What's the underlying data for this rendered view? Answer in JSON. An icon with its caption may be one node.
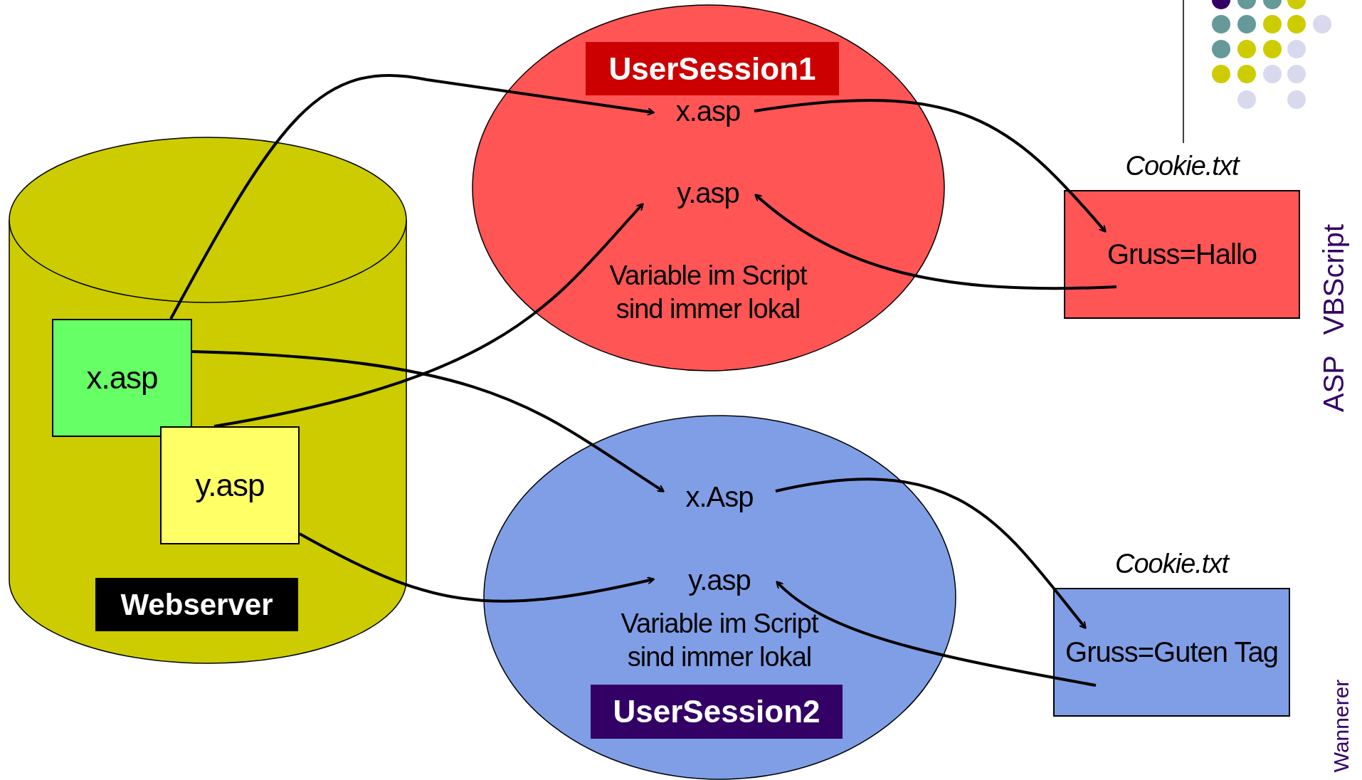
{
  "diagram": {
    "nodes": [
      {
        "text": [
          "Webserver"
        ]
      },
      {
        "text": [
          "x.asp"
        ],
        "in": 0
      },
      {
        "text": [
          "y.asp"
        ],
        "in": 0
      },
      {
        "text": [
          "UserSession1",
          "Variable im Script sind immer lokal"
        ]
      },
      {
        "text": [
          "x.asp"
        ],
        "in": 3
      },
      {
        "text": [
          "y.asp"
        ],
        "in": 3
      },
      {
        "text": [
          "Gruss=Hallo"
        ],
        "beside": [
          "Cookie.txt"
        ]
      },
      {
        "text": [
          "Variable im Script sind immer lokal",
          "UserSession2"
        ]
      },
      {
        "text": [
          "x.Asp"
        ],
        "in": 7
      },
      {
        "text": [
          "y.asp"
        ],
        "in": 7
      },
      {
        "text": [
          "Gruss=Guten Tag"
        ],
        "beside": [
          "Cookie.txt"
        ]
      }
    ],
    "edges": [
      {
        "from": 1,
        "to": 4,
        "arrow": "to"
      },
      {
        "from": 2,
        "to": 5,
        "arrow": "to"
      },
      {
        "from": 1,
        "to": 8,
        "arrow": "to"
      },
      {
        "from": 2,
        "to": 9,
        "arrow": "to"
      },
      {
        "from": 4,
        "to": 6,
        "arrow": "to"
      },
      {
        "from": 6,
        "to": 5,
        "arrow": "to"
      },
      {
        "from": 8,
        "to": 10,
        "arrow": "to"
      },
      {
        "from": 10,
        "to": 9,
        "arrow": "to"
      }
    ],
    "labels": [
      "ASP VBScript",
      "Wannerer"
    ]
  }
}
